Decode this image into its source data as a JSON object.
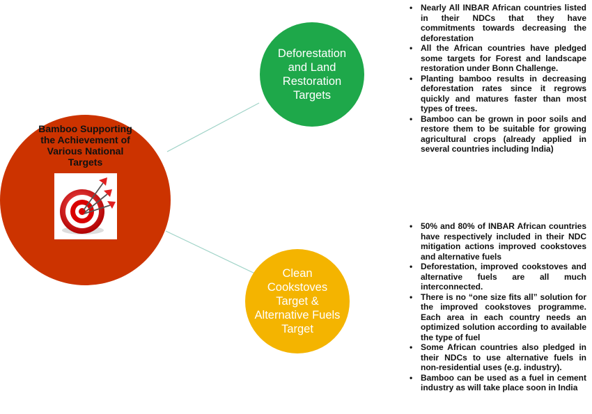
{
  "main": {
    "title": "Bamboo Supporting the Achievement of Various National Targets",
    "icon": "target-with-arrows-icon",
    "color": "#cc3300"
  },
  "nodes": [
    {
      "label": "Deforestation and Land Restoration Targets",
      "color": "#1ea84a",
      "bullets": [
        "Nearly All INBAR African countries listed in their NDCs that they have commitments towards decreasing the deforestation",
        "All the African countries have pledged some targets for Forest and landscape restoration under Bonn Challenge.",
        "Planting bamboo results in decreasing deforestation rates since it regrows quickly and matures faster than most types of trees.",
        "Bamboo can be grown in poor soils and restore them to be suitable for growing agricultural crops (already applied in several countries including India)"
      ]
    },
    {
      "label": "Clean Cookstoves Target & Alternative Fuels Target",
      "color": "#f4b400",
      "bullets": [
        "50% and 80% of INBAR African countries have respectively included in their NDC mitigation actions improved cookstoves and alternative fuels",
        "Deforestation, improved cookstoves and alternative fuels are all much interconnected.",
        "There is no “one size fits all” solution for the improved cookstoves programme. Each area in each country needs an optimized solution according to available the type of fuel",
        "Some African countries also pledged in their NDCs to use alternative fuels in non-residential uses (e.g. industry).",
        "Bamboo can be used as a fuel in cement industry as will take place soon in India"
      ]
    }
  ],
  "connector_color": "#9fd3c7"
}
